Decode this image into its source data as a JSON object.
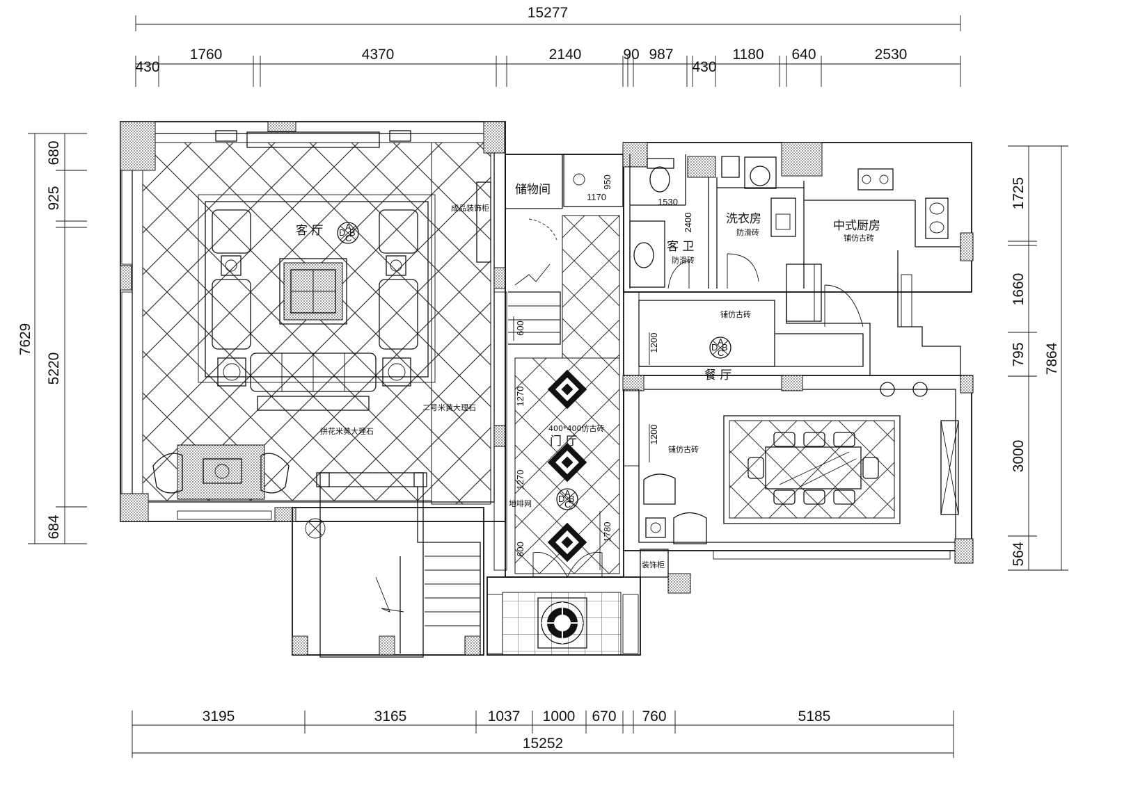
{
  "dimensions": {
    "top_total": "15277",
    "top": [
      "430",
      "1760",
      "4370",
      "2140",
      "90",
      "987",
      "430",
      "1180",
      "640",
      "2530"
    ],
    "bottom": [
      "3195",
      "3165",
      "1037",
      "1000",
      "670",
      "760",
      "5185"
    ],
    "bottom_total": "15252",
    "left": [
      "680",
      "925",
      "5220",
      "684"
    ],
    "left_total": "7629",
    "right": [
      "1725",
      "1660",
      "795",
      "3000",
      "564"
    ],
    "right_total": "7864",
    "inner": {
      "storage_950": "950",
      "storage_1170": "1170",
      "bath_1530": "1530",
      "bath_2400": "2400",
      "hall_600_top": "600",
      "hall_1270_top": "1270",
      "hall_1270_bottom": "1270",
      "hall_600_bottom": "600",
      "hall_1780": "1780",
      "dining_1200_top": "1200",
      "dining_1200_bottom": "1200"
    }
  },
  "rooms": {
    "living": "客 厅",
    "storage": "储物间",
    "guest_bath": "客 卫",
    "laundry": "洗衣房",
    "kitchen": "中式厨房",
    "dining": "餐 厅",
    "foyer": "门 厅"
  },
  "notes": {
    "cabinet": "成品装饰柜",
    "marble_border": "二号米黄大理石",
    "living_floor": "拼花米黄大理石",
    "bath_floor": "防滑砖",
    "laundry_floor": "防滑砖",
    "kitchen_floor": "铺仿古砖",
    "dining_floor_top": "铺仿古砖",
    "dining_floor": "铺仿古砖",
    "foyer_tile": "400*400仿古砖",
    "foyer_mat": "地啡网",
    "deco_cabinet": "装饰柜"
  },
  "section_marker": {
    "a": "A",
    "b": "B",
    "c": "C",
    "d": "D"
  }
}
